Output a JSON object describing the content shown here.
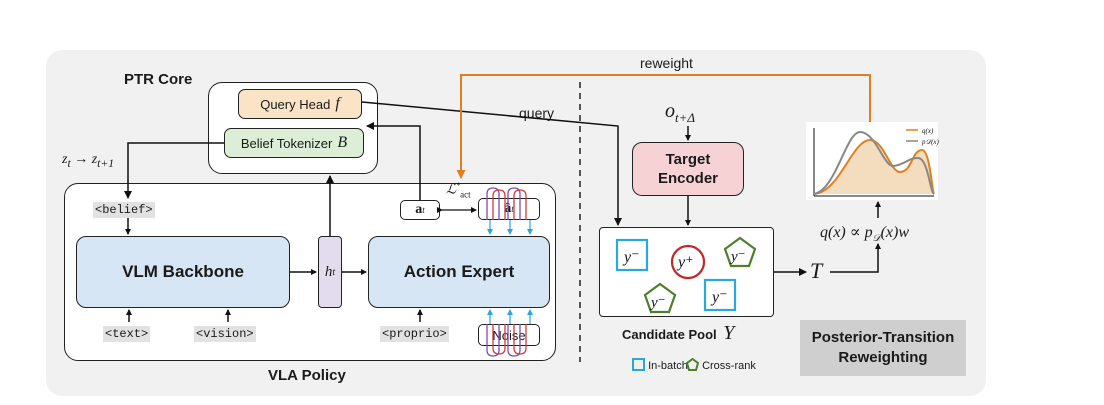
{
  "labels": {
    "reweight": "reweight",
    "query": "query",
    "ptr_core": "PTR Core",
    "query_head": "Query Head",
    "query_head_sym": "f",
    "belief_tokenizer": "Belief Tokenizer",
    "belief_tokenizer_sym": "B",
    "z_transition": "z_t → z_{t+1}",
    "belief_token": "<belief>",
    "vlm_backbone": "VLM Backbone",
    "h_t": "h_t",
    "action_expert": "Action Expert",
    "a_t": "a_t",
    "a_hat_t": "â_t",
    "loss_act": "ℒ*_act",
    "text_token": "<text>",
    "vision_token": "<vision>",
    "proprio_token": "<proprio>",
    "noise": "Noise",
    "vla_policy": "VLA Policy",
    "obs": "o_{t+Δ}",
    "target_encoder_line1": "Target",
    "target_encoder_line2": "Encoder",
    "candidate_pool": "Candidate Pool",
    "candidate_pool_sym": "Y",
    "y_minus": "y⁻",
    "y_plus": "y⁺",
    "T": "T",
    "reweight_formula": "q(x) ∝ p_D(x)w",
    "legend_in_batch": "In-batch",
    "legend_cross_rank": "Cross-rank",
    "ptr_title_line1": "Posterior-Transition",
    "ptr_title_line2": "Reweighting",
    "plot_legend_q": "q(x)",
    "plot_legend_p": "p_D(x)"
  },
  "colors": {
    "orange": "#e07f1f",
    "query_head_fill": "#fbe3c6",
    "belief_fill": "#dcefd6",
    "blue_fill": "#d6e6f4",
    "h_fill": "#e3dcef",
    "target_fill": "#f6d2d4",
    "in_batch": "#2aa7df",
    "cross_rank": "#4e7f2e",
    "positive": "#c0282a",
    "ptr_title_fill": "#cfcfcf",
    "plot_q": "#e07f1f",
    "plot_p": "#888888"
  },
  "icons": [
    "square-in-batch-icon",
    "pentagon-cross-rank-icon",
    "circle-positive-icon"
  ]
}
